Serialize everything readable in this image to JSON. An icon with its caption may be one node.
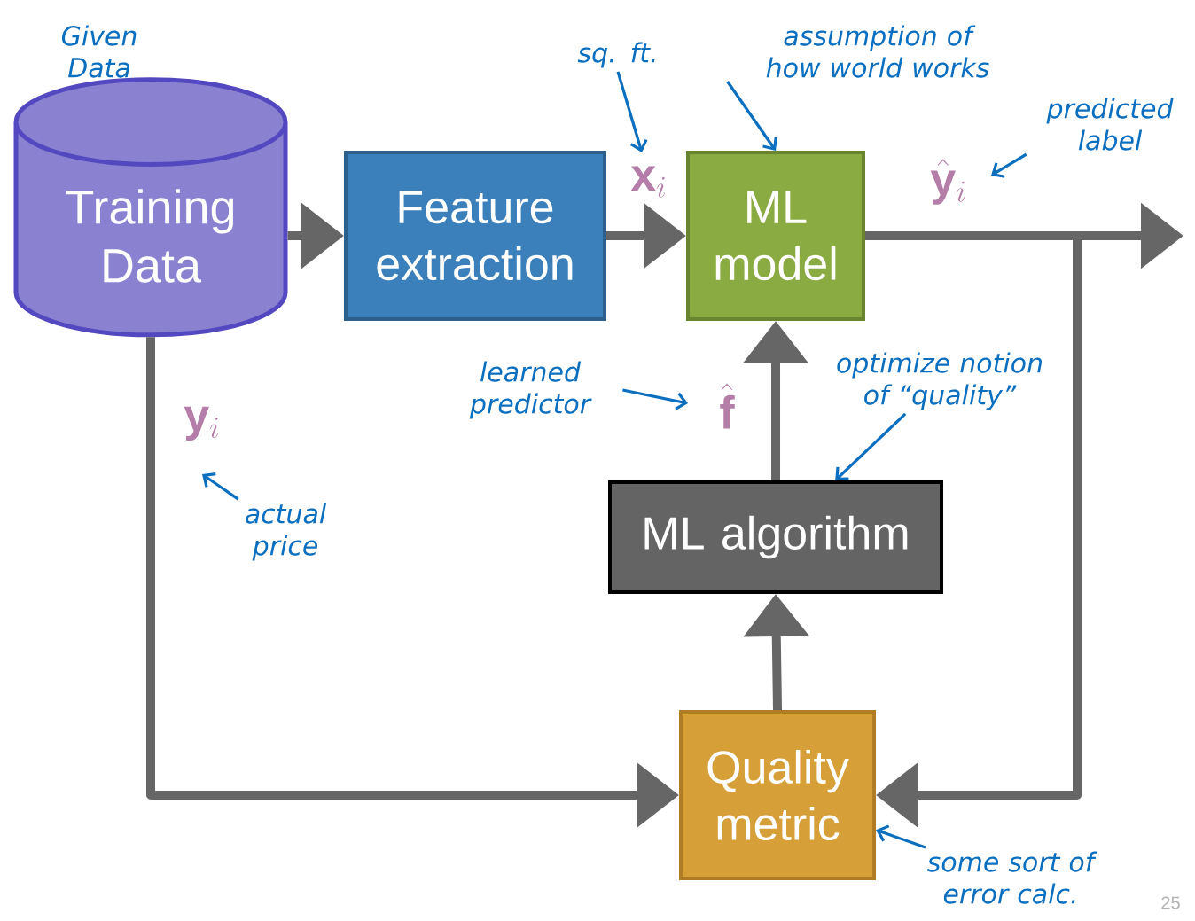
{
  "diagram": {
    "nodes": [
      {
        "text": [
          "Training Data"
        ],
        "beside": [
          "Given Data"
        ]
      },
      {
        "text": [
          "Feature extraction"
        ]
      },
      {
        "text": [
          "ML model"
        ]
      },
      {
        "text": [
          "ML algorithm"
        ]
      },
      {
        "text": [
          "Quality metric"
        ]
      },
      {
        "text": [
          "sq. ft."
        ]
      },
      {
        "text": [
          "assumption of how world works"
        ]
      },
      {
        "text": [
          "predicted label"
        ]
      },
      {
        "text": [
          "learned predictor"
        ]
      },
      {
        "text": [
          "optimize notion of “quality”"
        ]
      },
      {
        "text": [
          "actual price"
        ]
      },
      {
        "text": [
          "some sort of error calc."
        ]
      }
    ],
    "edges": [
      {
        "from": 0,
        "to": 1,
        "arrow": "to",
        "style": "thick",
        "color": "#666666"
      },
      {
        "from": 1,
        "to": 2,
        "arrow": "to",
        "label": "\\mathbf{x}_{i}",
        "style": "thick",
        "color": "#666666"
      },
      {
        "from": 2,
        "to": null,
        "arrow": "to",
        "label": "\\hat{\\mathbf{y}}_{i}",
        "style": "thick",
        "color": "#666666"
      },
      {
        "from": 2,
        "to": 4,
        "arrow": "to",
        "style": "thick",
        "color": "#666666"
      },
      {
        "from": 3,
        "to": 2,
        "arrow": "to",
        "label": "\\hat{\\mathbf{f}}",
        "style": "thick",
        "color": "#666666"
      },
      {
        "from": 4,
        "to": 3,
        "arrow": "to",
        "style": "thick",
        "color": "#666666"
      },
      {
        "from": 0,
        "to": 4,
        "arrow": "to",
        "label": "\\mathbf{y}_{i}",
        "style": "thick",
        "color": "#666666"
      },
      {
        "from": 5,
        "to": null,
        "arrow": "to",
        "color": "#0b6fc0"
      },
      {
        "from": 6,
        "to": 2,
        "arrow": "to",
        "color": "#0b6fc0"
      },
      {
        "from": 7,
        "to": null,
        "arrow": "to",
        "color": "#0b6fc0"
      },
      {
        "from": 8,
        "to": null,
        "arrow": "to",
        "color": "#0b6fc0"
      },
      {
        "from": 9,
        "to": 3,
        "arrow": "to",
        "color": "#0b6fc0"
      },
      {
        "from": 10,
        "to": null,
        "arrow": "to",
        "color": "#0b6fc0"
      },
      {
        "from": 11,
        "to": 4,
        "arrow": "to",
        "color": "#0b6fc0"
      }
    ],
    "labels": [
      "25"
    ]
  }
}
